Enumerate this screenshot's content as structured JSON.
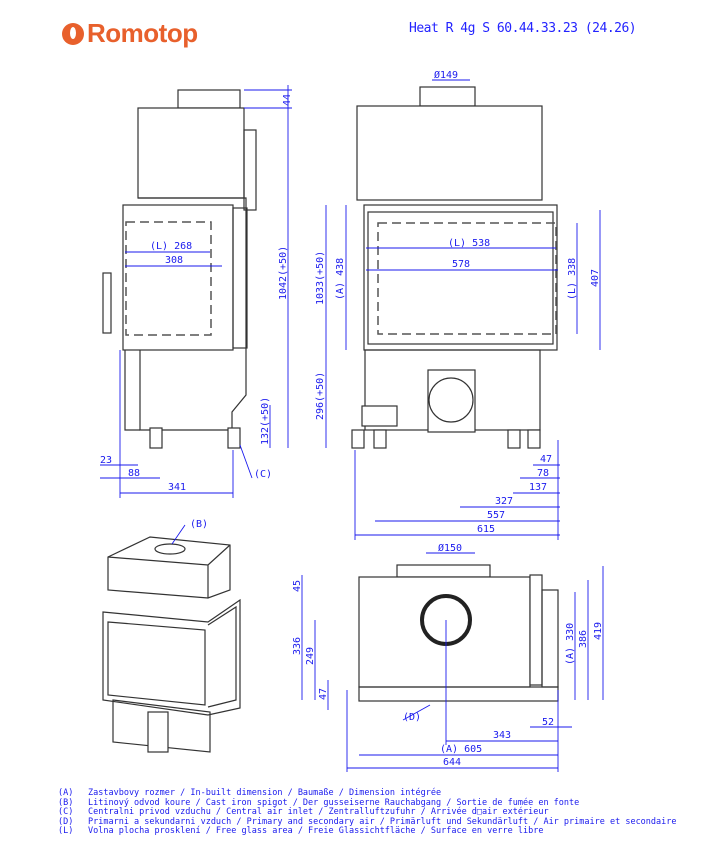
{
  "brand": "Romotop",
  "title": "Heat R 4g S 60.44.33.23 (24.26)",
  "side_view": {
    "d44": "44",
    "d1042": "1042(+50)",
    "d_l268": "(L) 268",
    "d308": "308",
    "d132": "132(+50)",
    "d23": "23",
    "d88": "88",
    "d341": "341",
    "c": "(C)"
  },
  "front_view": {
    "d149": "Ø149",
    "d1033": "1033(+50)",
    "d_a438": "(A) 438",
    "d_l538": "(L) 538",
    "d578": "578",
    "d_l338": "(L) 338",
    "d407": "407",
    "d296": "296(+50)",
    "d47": "47",
    "d78": "78",
    "d137": "137",
    "d327": "327",
    "d557": "557",
    "d615": "615"
  },
  "iso_view": {
    "b": "(B)"
  },
  "top_view": {
    "d150": "Ø150",
    "d45": "45",
    "d336": "336",
    "d249": "249",
    "d47": "47",
    "d_a330": "(A) 330",
    "d386": "386",
    "d419": "419",
    "d52": "52",
    "d343": "343",
    "d_a605": "(A) 605",
    "d644": "644",
    "d": "(D)"
  },
  "legend": [
    {
      "key": "(A)",
      "text": "Zastavbovy rozmer / In-built dimension / Baumaße / Dimension intégrée"
    },
    {
      "key": "(B)",
      "text": "Litinový odvod koure / Cast iron spigot / Der gusseiserne Rauchabgang / Sortie de fumée en fonte"
    },
    {
      "key": "(C)",
      "text": "Centralni privod vzduchu / Central air inlet / Zentralluftzufuhr / Arrivée d□air extérieur"
    },
    {
      "key": "(D)",
      "text": "Primarni a sekundarni vzduch / Primary and secondary air / Primärluft und Sekundärluft / Air primaire et secondaire"
    },
    {
      "key": "(L)",
      "text": "Volna plocha prosklení / Free glass area / Freie Glassichtfläche / Surface en verre libre"
    }
  ]
}
